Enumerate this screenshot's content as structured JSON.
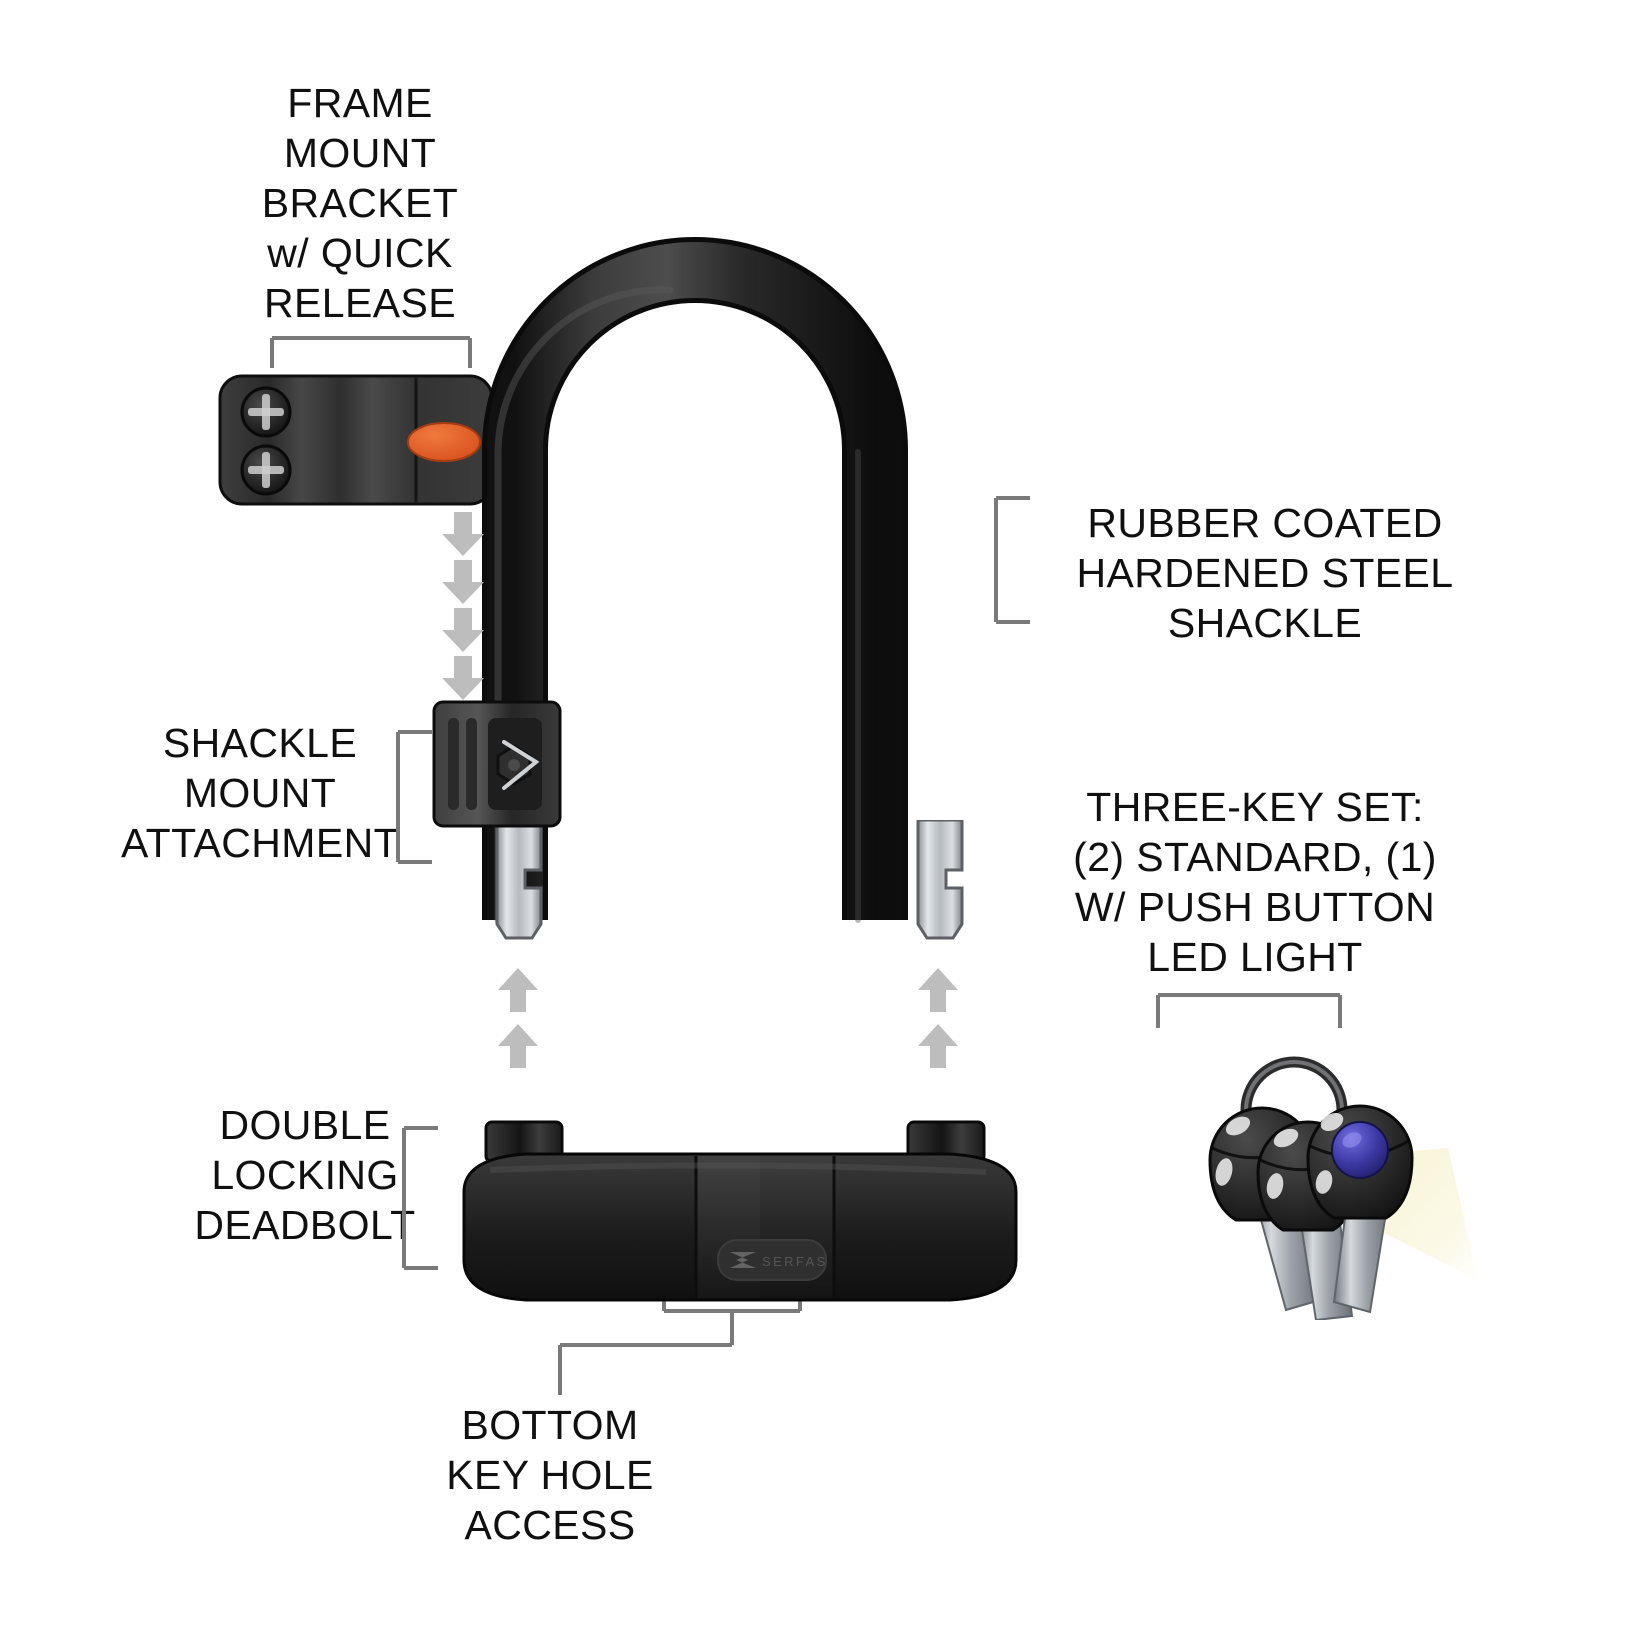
{
  "diagram": {
    "title": "Bicycle U-Lock Feature Callout Diagram",
    "background_color": "#ffffff",
    "product_name": "SERFAS",
    "logo_text": "SERFAS"
  },
  "colors": {
    "text": "#101010",
    "leader_line": "#7a7a7a",
    "arrow_gray": "#bdbdbd",
    "rubber_black": "#1b1b1b",
    "body_black": "#262626",
    "bracket_dark": "#3a3a3a",
    "quick_release_orange": "#e2602a",
    "steel_silver": "#b9bcbf",
    "led_blue": "#3a36a0",
    "led_beam": "#f6f0cf"
  },
  "callouts": [
    {
      "id": "frame-mount-bracket",
      "lines": [
        "FRAME",
        "MOUNT",
        "BRACKET",
        "w/ QUICK",
        "RELEASE"
      ],
      "position": "top-left"
    },
    {
      "id": "rubber-coated-shackle",
      "lines": [
        "RUBBER COATED",
        "HARDENED STEEL",
        "SHACKLE"
      ],
      "position": "right-upper"
    },
    {
      "id": "shackle-mount-attachment",
      "lines": [
        "SHACKLE",
        "MOUNT",
        "ATTACHMENT"
      ],
      "position": "left-middle"
    },
    {
      "id": "three-key-set",
      "lines": [
        "THREE-KEY SET:",
        "(2) STANDARD, (1)",
        "W/ PUSH BUTTON",
        "LED LIGHT"
      ],
      "position": "right-middle"
    },
    {
      "id": "double-locking-deadbolt",
      "lines": [
        "DOUBLE",
        "LOCKING",
        "DEADBOLT"
      ],
      "position": "left-lower"
    },
    {
      "id": "bottom-key-hole-access",
      "lines": [
        "BOTTOM",
        "KEY HOLE",
        "ACCESS"
      ],
      "position": "bottom-center"
    }
  ],
  "parts": {
    "frame_mount_bracket": {
      "name": "frame mount bracket",
      "screw_count": 2,
      "quick_release_button": "orange ellipse"
    },
    "shackle": {
      "name": "rubber coated hardened steel shackle",
      "shape": "U-arch"
    },
    "shackle_mount_attachment": {
      "name": "shackle mount attachment",
      "hardware": "hex bolt with wire clip"
    },
    "lock_body": {
      "name": "double locking deadbolt body",
      "badge_text": "SERFAS",
      "collar_count": 2
    },
    "keys": {
      "name": "three-key set",
      "total": 3,
      "standard": 2,
      "led": 1,
      "ring": "split key ring"
    }
  },
  "assembly_arrows": {
    "down_arrows_count": 4,
    "up_arrows_left_count": 2,
    "up_arrows_right_count": 2,
    "direction_down": "bracket mounts onto shackle mount attachment",
    "direction_up": "shackle pins insert into lock body"
  }
}
